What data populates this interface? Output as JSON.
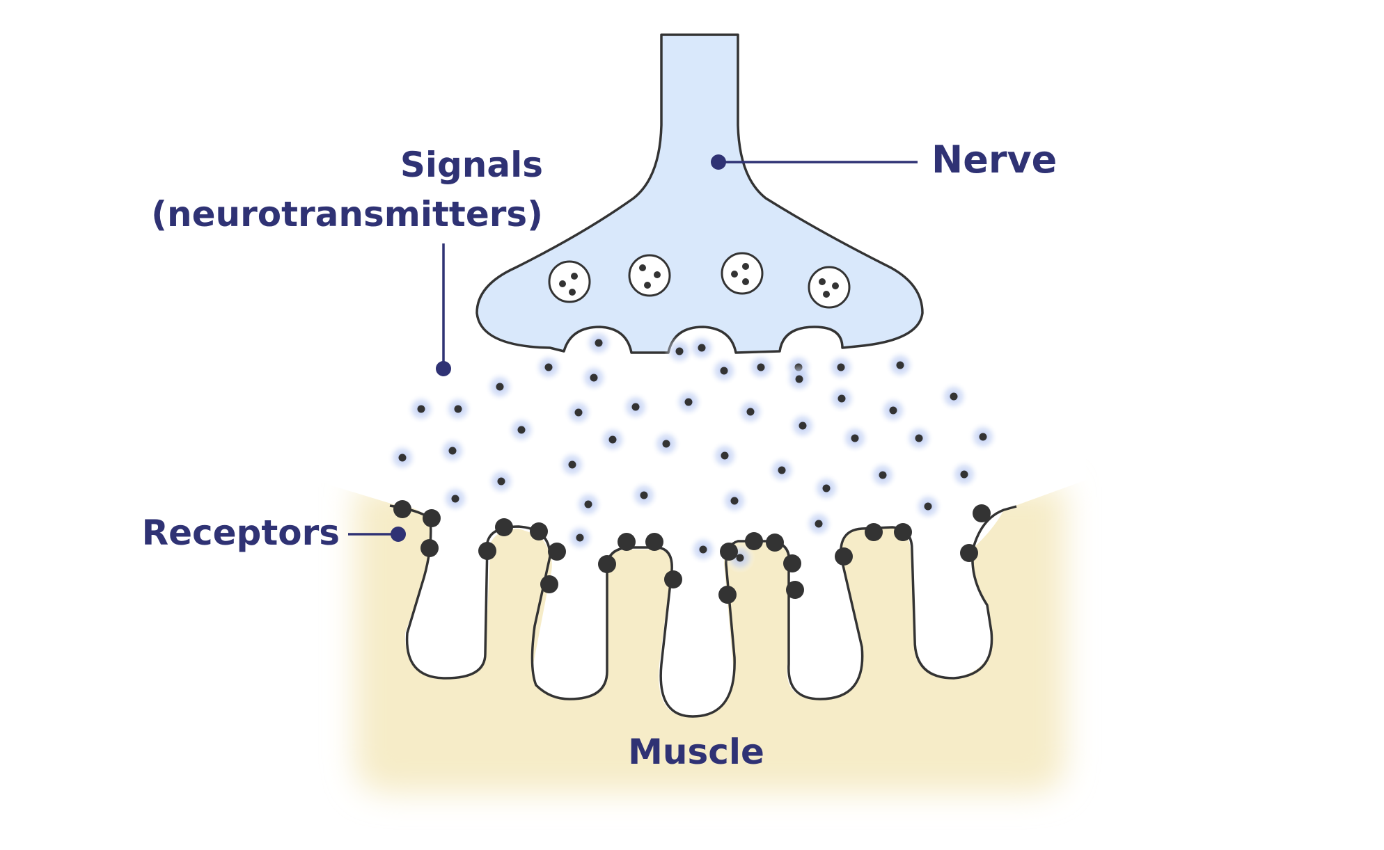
{
  "labels": {
    "nerve": "Nerve",
    "signals_line1": "Signals",
    "signals_line2": "(neurotransmitters)",
    "receptors": "Receptors",
    "muscle": "Muscle"
  },
  "colors": {
    "label_text": "#2f3274",
    "outline": "#333333",
    "nerve_fill": "#d9e8fb",
    "muscle_fill": "#f6ecc8",
    "particle_glow": "#b9c9ef",
    "background": "#ffffff"
  }
}
